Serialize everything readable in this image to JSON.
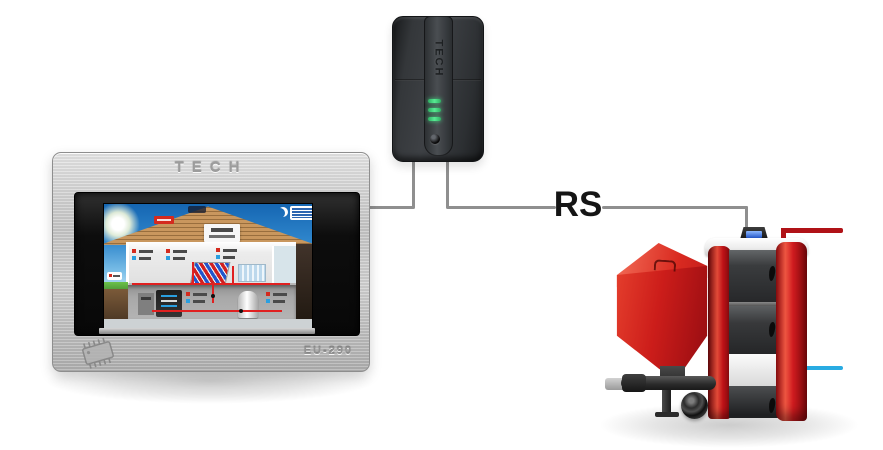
{
  "background_color": "#ffffff",
  "connection": {
    "rs_label": "RS",
    "wire_color": "#8f8f8f"
  },
  "control_panel": {
    "brand_label": "TECH",
    "model_label": "EU-290",
    "frame_color": "#c9c9c9",
    "bezel_color": "#121212",
    "screen": {
      "sky_color": "#2f86cc",
      "roof_color": "#b5803f",
      "wall_color": "#ececec",
      "basement_color": "#a8a8a8",
      "pipe_color": "#e02020",
      "grass_color": "#4e9a39",
      "soil_color": "#6d4f33"
    }
  },
  "rs_module": {
    "brand_label": "TECH",
    "body_color": "#2e3134",
    "led_color": "#3bd47e",
    "led_count": 3
  },
  "boiler": {
    "body_red": "#c4161c",
    "front_color": "#2f3133",
    "hot_pipe_color": "#b01217",
    "cold_pipe_color": "#29abe2",
    "controller_screen_color": "#2f6fd6"
  }
}
